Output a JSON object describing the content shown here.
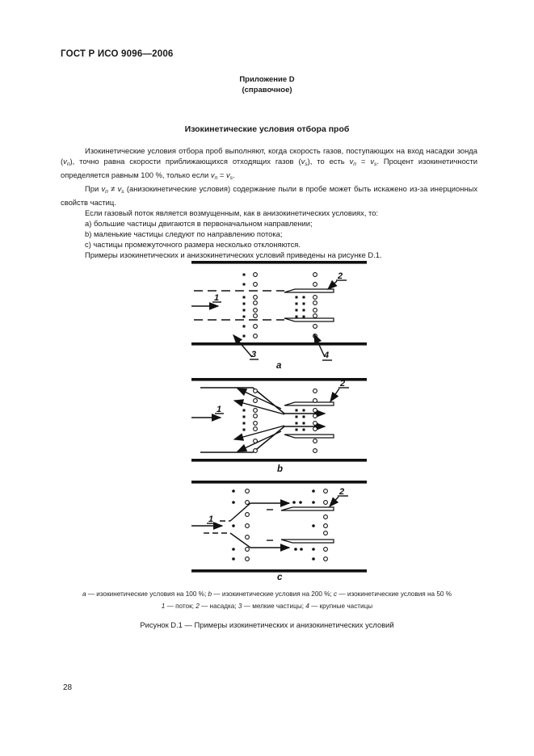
{
  "page": {
    "header": "ГОСТ Р ИСО 9096—2006",
    "page_number": "28"
  },
  "annex": {
    "name": "Приложение D",
    "kind": "(справочное)"
  },
  "title": "Изокинетические условия отбора проб",
  "body": {
    "p1": [
      {
        "t": "Изокинетические условия отбора проб выполняют, когда скорость газов, поступающих на вход насадки зонда ("
      },
      {
        "t": "v",
        "i": 1
      },
      {
        "t": "п",
        "sub": 1
      },
      {
        "t": "), точно равна скорости приближающихся отходящих газов ("
      },
      {
        "t": "v",
        "i": 1
      },
      {
        "t": "s",
        "sub": 1
      },
      {
        "t": "), то есть "
      },
      {
        "t": "v",
        "i": 1
      },
      {
        "t": "п",
        "sub": 1
      },
      {
        "t": " = "
      },
      {
        "t": "v",
        "i": 1
      },
      {
        "t": "s",
        "sub": 1
      },
      {
        "t": ". Процент изокинетичности определяется равным 100 %, только если "
      },
      {
        "t": "v",
        "i": 1
      },
      {
        "t": "п",
        "sub": 1
      },
      {
        "t": " = "
      },
      {
        "t": "v",
        "i": 1
      },
      {
        "t": "s",
        "sub": 1
      },
      {
        "t": "."
      }
    ],
    "p2": [
      {
        "t": "При "
      },
      {
        "t": "v",
        "i": 1
      },
      {
        "t": "п",
        "sub": 1
      },
      {
        "t": " ≠ "
      },
      {
        "t": "v",
        "i": 1
      },
      {
        "t": "s",
        "sub": 1
      },
      {
        "t": " (анизокинетические условия) содержание пыли в пробе может быть искажено из-за инерционных свойств частиц."
      }
    ],
    "p3": [
      {
        "t": "Если газовый поток является возмущенным, как в анизокинетических условиях, то:"
      }
    ],
    "list": [
      "a)  большие частицы двигаются в первоначальном направлении;",
      "b)  маленькие частицы следуют по направлению потока;",
      "c)  частицы промежуточного размера несколько отклоняются."
    ],
    "p4": [
      {
        "t": "Примеры изокинетических и анизокинетических условий приведены на рисунке D.1."
      }
    ]
  },
  "figure": {
    "diagrams": [
      {
        "label": "a",
        "flow": "1",
        "nozzle": "2",
        "small_particles": "3",
        "large_particles": "4"
      },
      {
        "label": "b",
        "flow": "1",
        "nozzle": "2"
      },
      {
        "label": "c",
        "flow": "1",
        "nozzle": "2"
      }
    ],
    "caption_line1": [
      {
        "t": "a",
        "i": 1
      },
      {
        "t": " — изокинетические условия на 100 %; "
      },
      {
        "t": "b",
        "i": 1
      },
      {
        "t": " — изокинетические условия на 200 %; "
      },
      {
        "t": "c",
        "i": 1
      },
      {
        "t": " — изокинетические условия на 50 %"
      }
    ],
    "caption_line2": [
      {
        "t": "1",
        "i": 1
      },
      {
        "t": " — поток; "
      },
      {
        "t": "2",
        "i": 1
      },
      {
        "t": " — насадка; "
      },
      {
        "t": "3",
        "i": 1
      },
      {
        "t": " — мелкие частицы; "
      },
      {
        "t": "4",
        "i": 1
      },
      {
        "t": " — крупные частицы"
      }
    ],
    "figure_caption": "Рисунок D.1 — Примеры изокинетических и анизокинетических условий"
  }
}
